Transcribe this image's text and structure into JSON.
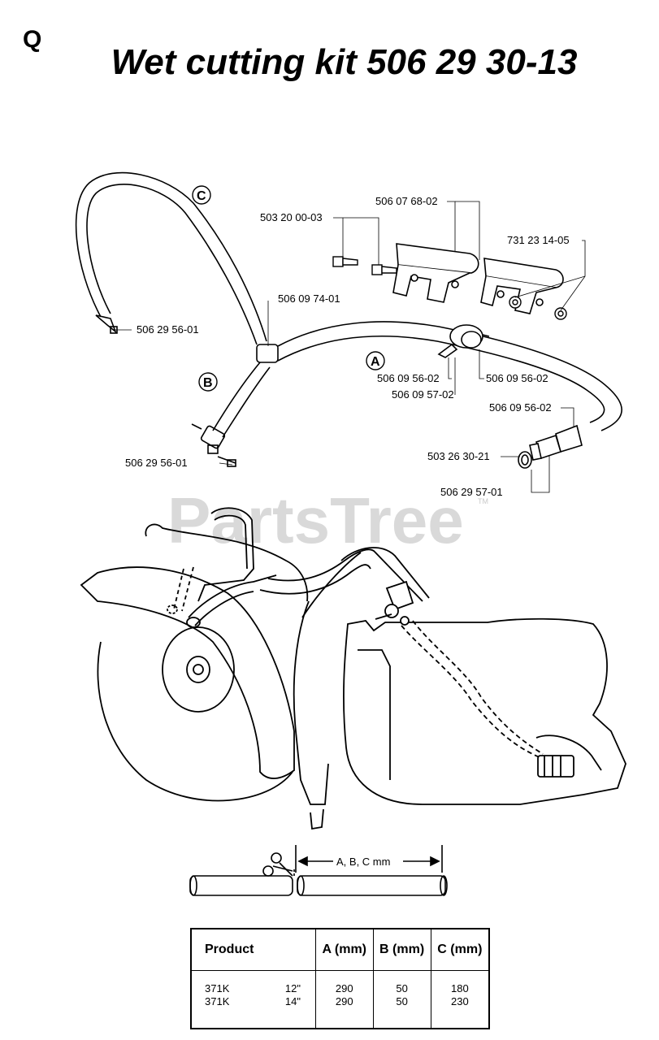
{
  "section_letter": "Q",
  "title": "Wet cutting kit 506 29 30-13",
  "watermark": "PartsTree",
  "watermark_tm": "TM",
  "callouts": {
    "a": "A",
    "b": "B",
    "c": "C"
  },
  "part_labels": {
    "p_503_20_00_03": "503 20 00-03",
    "p_506_07_68_02": "506 07 68-02",
    "p_731_23_14_05": "731 23 14-05",
    "p_506_29_56_01_top": "506 29 56-01",
    "p_506_09_74_01": "506 09 74-01",
    "p_506_09_56_02_a": "506 09 56-02",
    "p_506_09_57_02": "506 09 57-02",
    "p_506_09_56_02_b": "506 09 56-02",
    "p_506_09_56_02_c": "506 09 56-02",
    "p_503_26_30_21": "503 26 30-21",
    "p_506_29_56_01_bottom": "506 29 56-01",
    "p_506_29_57_01": "506 29 57-01"
  },
  "dimension_label": "A, B, C mm",
  "table": {
    "headers": [
      "Product",
      "A (mm)",
      "B (mm)",
      "C (mm)"
    ],
    "rows": [
      {
        "product": "371K",
        "size": "12\"",
        "a": "290",
        "b": "50",
        "c": "180"
      },
      {
        "product": "371K",
        "size": "14\"",
        "a": "290",
        "b": "50",
        "c": "230"
      }
    ]
  }
}
